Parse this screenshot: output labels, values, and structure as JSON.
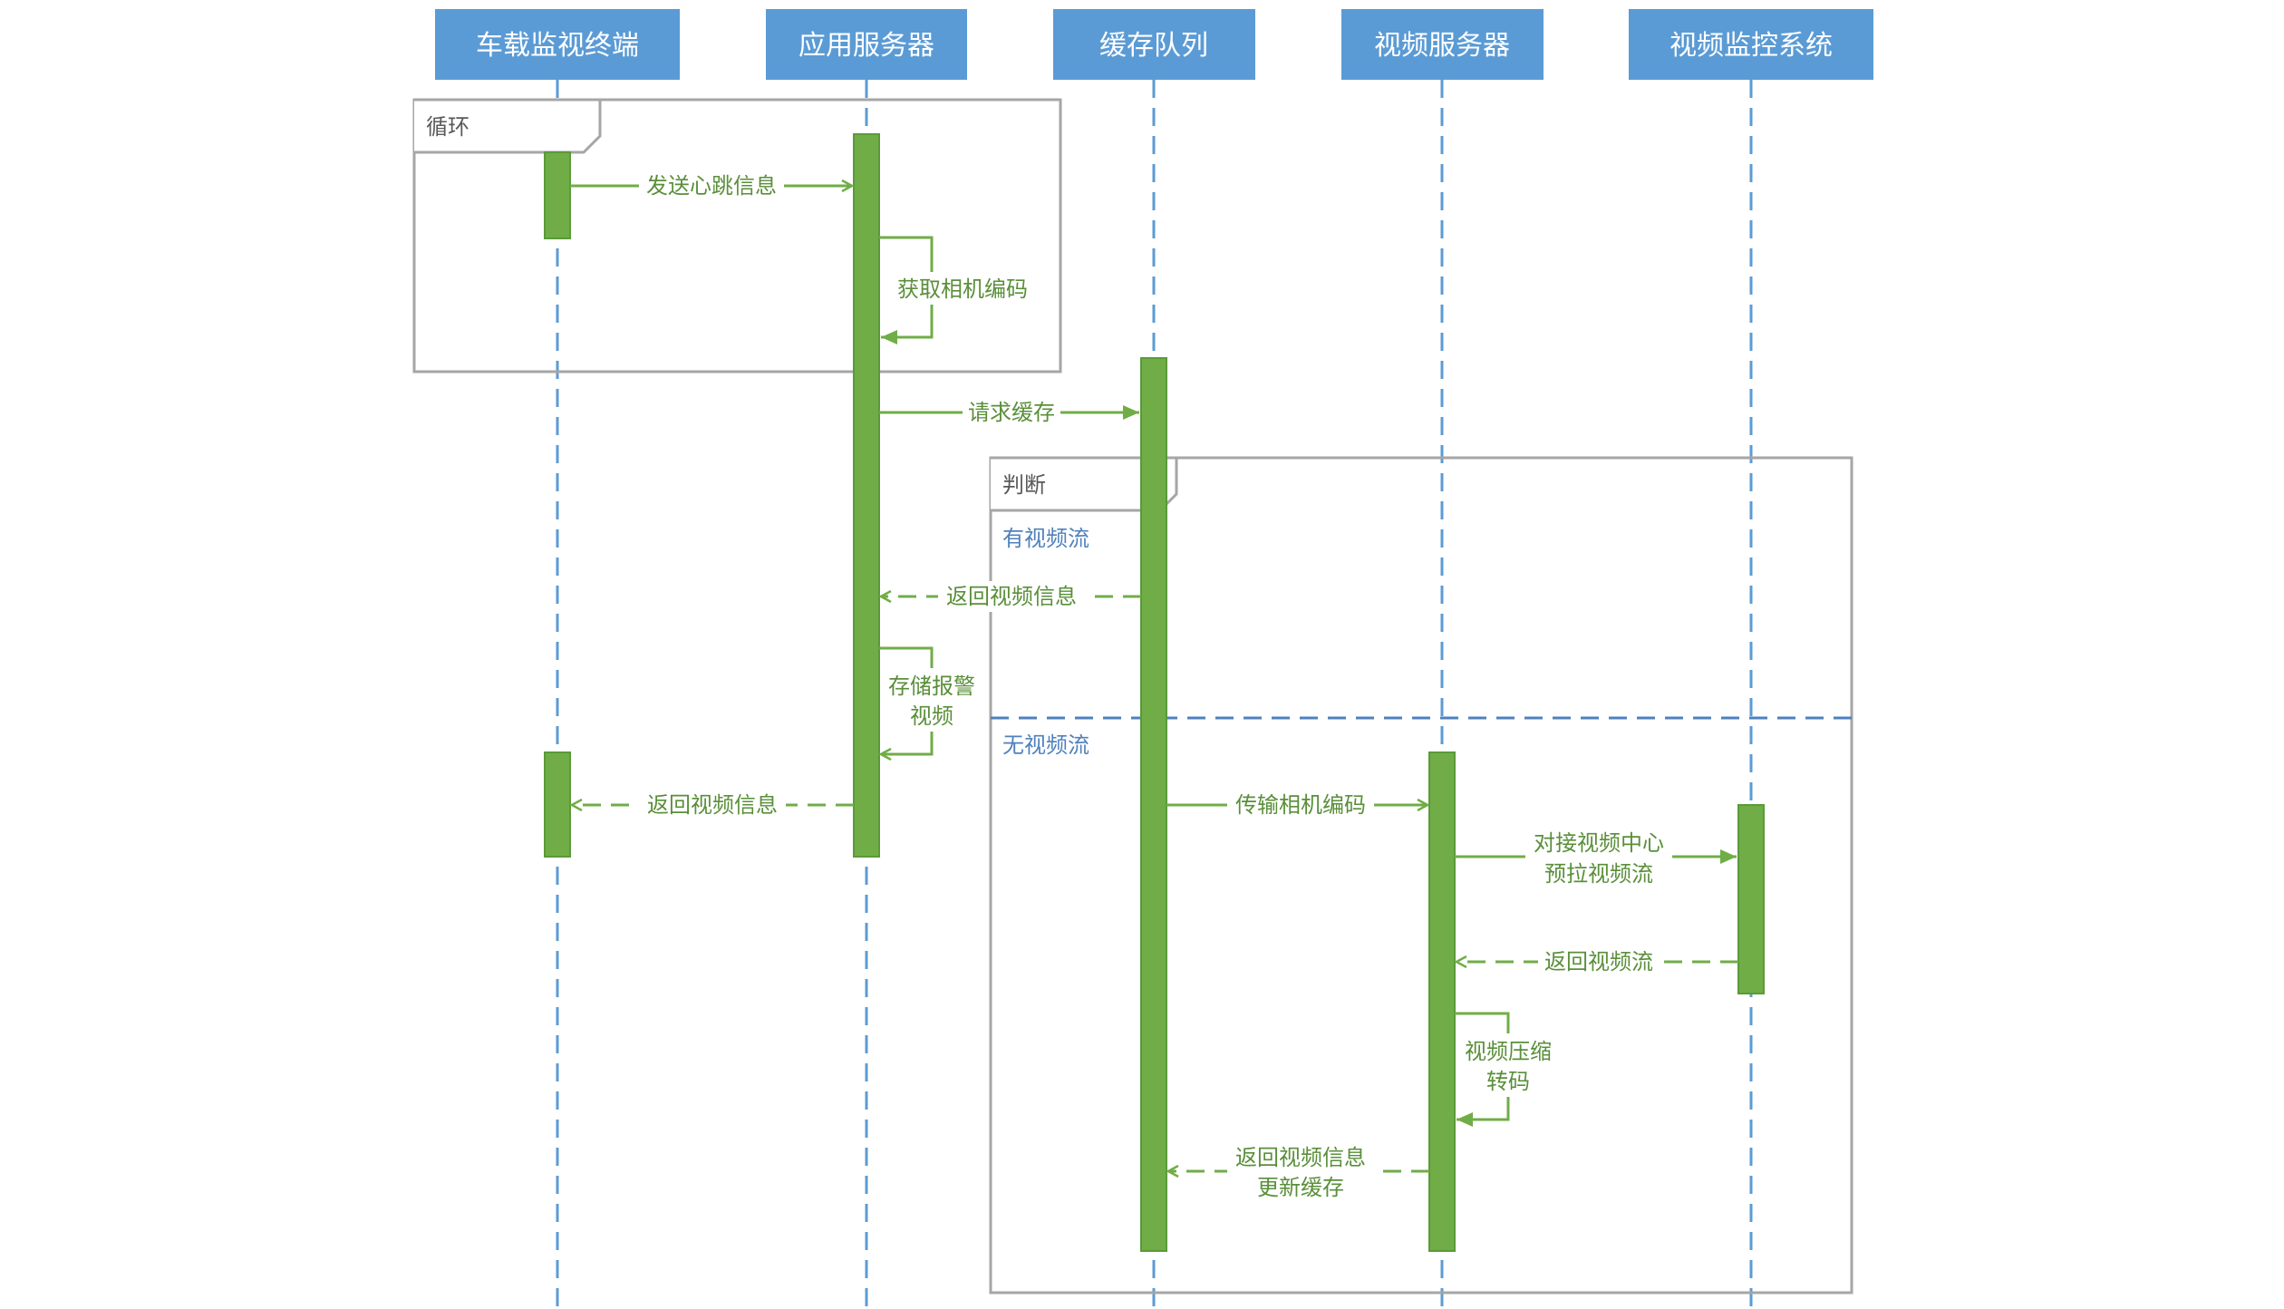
{
  "colors": {
    "header_fill": "#5b9bd5",
    "header_text": "#ffffff",
    "lifeline": "#5b9bd5",
    "activation": "#70ad47",
    "activation_stroke": "#5a9a3a",
    "message": "#70ad47",
    "message_text": "#5a8f3a",
    "frame": "#a6a6a6",
    "frame_label_text": "#595959",
    "guard_text": "#4f81bd",
    "divider": "#4f81bd"
  },
  "participants": [
    {
      "id": "p1",
      "label": "车载监视终端"
    },
    {
      "id": "p2",
      "label": "应用服务器"
    },
    {
      "id": "p3",
      "label": "缓存队列"
    },
    {
      "id": "p4",
      "label": "视频服务器"
    },
    {
      "id": "p5",
      "label": "视频监控系统"
    }
  ],
  "frames": [
    {
      "id": "loop",
      "label": "循环"
    },
    {
      "id": "alt",
      "label": "判断",
      "guards": [
        "有视频流",
        "无视频流"
      ]
    }
  ],
  "messages": [
    {
      "id": "m1",
      "from": "p1",
      "to": "p2",
      "kind": "sync",
      "lines": [
        "发送心跳信息"
      ]
    },
    {
      "id": "m2",
      "from": "p2",
      "to": "p2",
      "kind": "self",
      "lines": [
        "获取相机编码"
      ]
    },
    {
      "id": "m3",
      "from": "p2",
      "to": "p3",
      "kind": "sync",
      "lines": [
        "请求缓存"
      ]
    },
    {
      "id": "m4",
      "from": "p3",
      "to": "p2",
      "kind": "return",
      "lines": [
        "返回视频信息"
      ]
    },
    {
      "id": "m5",
      "from": "p2",
      "to": "p2",
      "kind": "self",
      "lines": [
        "存储报警",
        "视频"
      ]
    },
    {
      "id": "m6",
      "from": "p2",
      "to": "p1",
      "kind": "return",
      "lines": [
        "返回视频信息"
      ]
    },
    {
      "id": "m7",
      "from": "p3",
      "to": "p4",
      "kind": "sync",
      "lines": [
        "传输相机编码"
      ]
    },
    {
      "id": "m8",
      "from": "p4",
      "to": "p5",
      "kind": "sync",
      "lines": [
        "对接视频中心",
        "预拉视频流"
      ]
    },
    {
      "id": "m9",
      "from": "p5",
      "to": "p4",
      "kind": "return",
      "lines": [
        "返回视频流"
      ]
    },
    {
      "id": "m10",
      "from": "p4",
      "to": "p4",
      "kind": "self",
      "lines": [
        "视频压缩",
        "转码"
      ]
    },
    {
      "id": "m11",
      "from": "p4",
      "to": "p3",
      "kind": "return",
      "lines": [
        "返回视频信息",
        "更新缓存"
      ]
    }
  ]
}
